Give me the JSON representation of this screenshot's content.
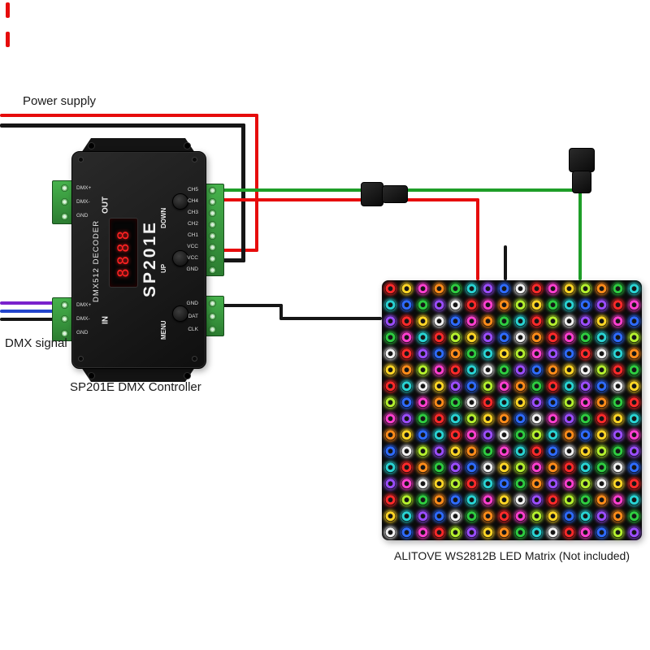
{
  "labels": {
    "power_supply": "Power supply",
    "dmx_signal": "DMX signal",
    "controller_caption": "SP201E DMX Controller",
    "matrix_caption": "ALITOVE WS2812B LED Matrix (Not included)"
  },
  "controller": {
    "model": "SP201E",
    "decoder_label": "DMX512 DECODER",
    "display_value": "8888",
    "out_label": "OUT",
    "in_label": "IN",
    "out_pins": [
      "DMX+",
      "DMX-",
      "GND"
    ],
    "in_pins": [
      "DMX+",
      "DMX-",
      "GND"
    ],
    "right_pins_top": [
      "CH5",
      "CH4",
      "CH3",
      "CH2",
      "CH1",
      "VCC",
      "VCC",
      "GND"
    ],
    "right_pins_bottom": [
      "GND",
      "DAT",
      "CLK"
    ],
    "buttons": [
      "DOWN",
      "UP",
      "MENU"
    ]
  },
  "wires": {
    "power_red": "#e60c0c",
    "power_black": "#161616",
    "data_green": "#1e9e28",
    "dmx_purple": "#7a22cc",
    "dmx_blue": "#2244cc"
  },
  "matrix": {
    "palette": [
      "#ff2a2a",
      "#2ecc40",
      "#2e6bff",
      "#ffd626",
      "#ff3fd0",
      "#29d3d3",
      "#f2f2f2",
      "#ff8c1a",
      "#9b4dff",
      "#b4f02e"
    ],
    "rows": [
      "0347158260439715",
      "5218604793152804",
      "8036247150968342",
      "1450938267041529",
      "6082715394820657",
      "3794056182736901",
      "0563829471058263",
      "9247160538294710",
      "4810593726481035",
      "7325048619572384",
      "2698371450263918",
      "5071826394705162",
      "8463905217849630",
      "0917254368091745",
      "3582617049325871",
      "6240983715604298"
    ]
  }
}
